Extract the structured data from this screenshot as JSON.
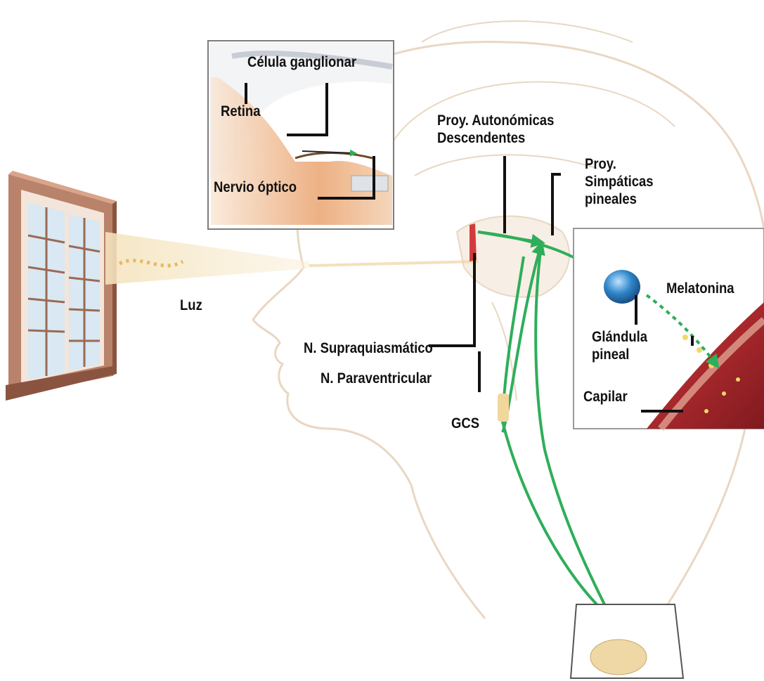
{
  "figure": {
    "labels": {
      "celula_ganglionar": "Célula ganglionar",
      "retina": "Retina",
      "nervio_optico": "Nervio óptico",
      "proy_autonomicas_line1": "Proy. Autonómicas",
      "proy_autonomicas_line2": "Descendentes",
      "proy_simpaticas_line1": "Proy.",
      "proy_simpaticas_line2": "Simpáticas",
      "proy_simpaticas_line3": "pineales",
      "luz": "Luz",
      "melatonina": "Melatonina",
      "glandula_line1": "Glándula",
      "glandula_line2": "pineal",
      "capilar": "Capilar",
      "n_supraquiasmatico": "N. Supraquiasmático",
      "n_paraventricular": "N. Paraventricular",
      "gcs": "GCS"
    },
    "colors": {
      "pathway": "#2fae5a",
      "label_lines": "#111111",
      "skin_outline": "#e9d7c3",
      "window_frame": "#a9725a",
      "glass": "#d9e8f2",
      "retina": "#e8a374",
      "pineal_gland": "#2f86c9",
      "capillary": "#b5393a",
      "light_beam": "#f1d9a4"
    }
  }
}
